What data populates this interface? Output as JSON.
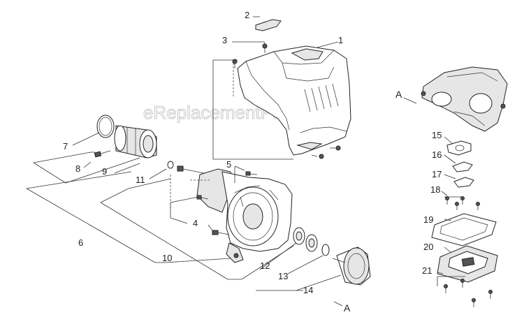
{
  "watermark": "eReplacementParts.com",
  "labels": {
    "p1": "1",
    "p2": "2",
    "p3": "3",
    "p4": "4",
    "p5": "5",
    "p6": "6",
    "p7": "7",
    "p8": "8",
    "p9": "9",
    "p10": "10",
    "p11": "11",
    "p12": "12",
    "p13": "13",
    "p14": "14",
    "p15": "15",
    "p16": "16",
    "p17": "17",
    "p18": "18",
    "p19": "19",
    "p20": "20",
    "p21": "21",
    "refA_top": "A",
    "refA_bottom": "A"
  }
}
